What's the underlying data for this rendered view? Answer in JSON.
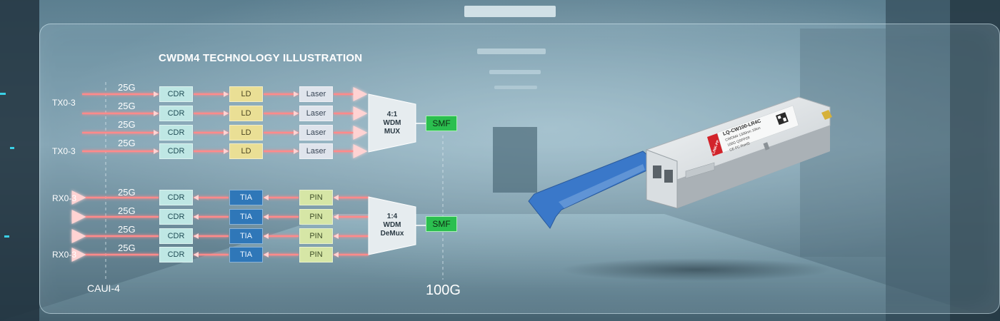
{
  "diagram": {
    "title": "CWDM4 TECHNOLOGY ILLUSTRATION",
    "tx_labels": [
      "TX0-3",
      "TX0-3"
    ],
    "rx_labels": [
      "RX0-3",
      "RX0-3"
    ],
    "lane_speed": "25G",
    "tx_chain": [
      "CDR",
      "LD",
      "Laser"
    ],
    "rx_chain": [
      "CDR",
      "TIA",
      "PIN"
    ],
    "mux_label": [
      "4:1",
      "WDM",
      "MUX"
    ],
    "demux_label": [
      "1:4",
      "WDM",
      "DeMux"
    ],
    "smf_label": "SMF",
    "interface_label": "CAUI-4",
    "rate_label": "100G"
  },
  "module": {
    "tab_text": "LINK-PP",
    "label_line1": "LQ-CW100-LR4C",
    "label_line2": "CWDM4 1300nm 10km",
    "label_line3": "100G QSFP28",
    "label_line4": "CE FC RoHS"
  },
  "colors": {
    "accent_red": "#ff6b6b",
    "cdr": "#bfe7e4",
    "ld": "#eadf95",
    "laser": "#dfe4ec",
    "tia": "#2f77b8",
    "pin": "#d6e6a6",
    "smf": "#2bbf4f",
    "pull_tab": "#3a78c9"
  }
}
